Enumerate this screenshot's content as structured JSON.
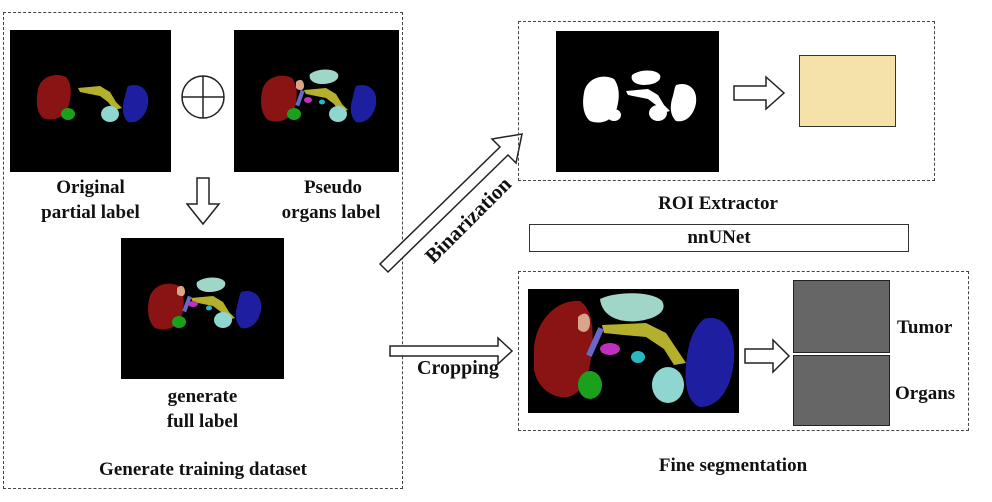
{
  "labels": {
    "original_line1": "Original",
    "original_line2": "partial label",
    "pseudo_line1": "Pseudo",
    "pseudo_line2": "organs label",
    "generate_line1": "generate",
    "generate_line2": "full label",
    "training_dataset": "Generate training dataset",
    "binarization": "Binarization",
    "roi_extractor": "ROI Extractor",
    "nnunet": "nnUNet",
    "cropping": "Cropping",
    "tumor": "Tumor",
    "organs": "Organs",
    "fine_segmentation": "Fine segmentation"
  },
  "colors": {
    "liver": "#8a1414",
    "kidney_green": "#1aa01a",
    "pancreas": "#b5b02c",
    "spleen": "#1e1ea0",
    "kidney_cyan": "#8fd6d0",
    "stomach": "#9fd6c8",
    "gallbladder": "#d8a48a",
    "aorta": "#6868c8",
    "magenta": "#c030c0",
    "cyan_small": "#2ab8c0",
    "roi_box": "#f5e2a8",
    "gray_box": "#666666"
  },
  "icons": [
    "circle-plus-icon",
    "down-arrow-icon",
    "right-arrow-icon"
  ]
}
